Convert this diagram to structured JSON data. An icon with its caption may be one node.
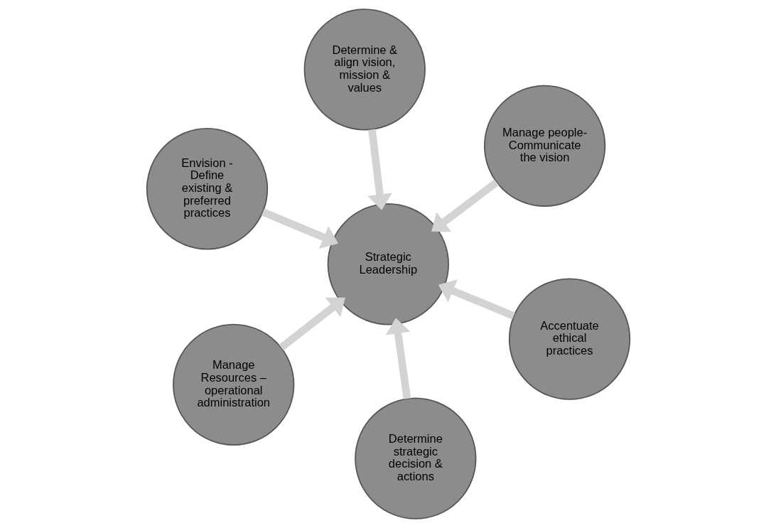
{
  "diagram": {
    "nodes": [
      {
        "text": [
          "Envision - Define existing & preferred practices"
        ]
      },
      {
        "text": [
          "Accentuate ethical practices"
        ]
      },
      {
        "text": [
          "Determine strategic decision & actions"
        ]
      },
      {
        "text": [
          "Strategic Leadership"
        ]
      },
      {
        "text": [
          "Manage people- Communicate the vision"
        ]
      },
      {
        "text": [
          "Determine & align vision, mission & values"
        ]
      },
      {
        "text": [
          "Manage Resources – operational administration"
        ]
      }
    ],
    "edges": [
      {
        "from": 0,
        "to": 3,
        "arrow": "to"
      },
      {
        "from": 1,
        "to": 3,
        "arrow": "to"
      },
      {
        "from": 2,
        "to": 3,
        "arrow": "to"
      },
      {
        "from": 4,
        "to": 3,
        "arrow": "to"
      },
      {
        "from": 5,
        "to": 3,
        "arrow": "to"
      },
      {
        "from": 6,
        "to": 3,
        "arrow": "to"
      }
    ]
  }
}
